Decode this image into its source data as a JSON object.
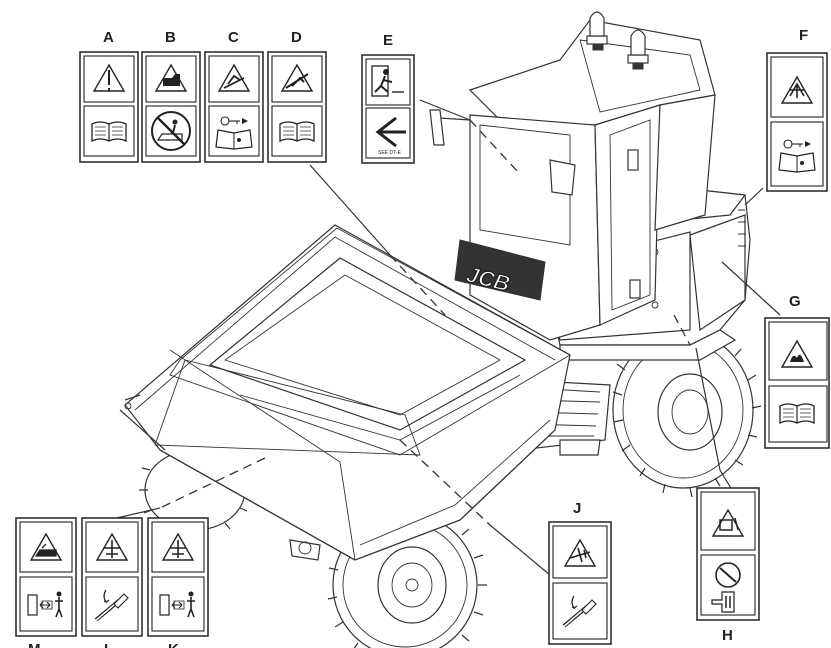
{
  "diagram": {
    "brand_text": "JCB",
    "label_codes": [
      "A",
      "B",
      "C",
      "D",
      "E",
      "F",
      "G",
      "H",
      "J",
      "K",
      "L",
      "M"
    ],
    "labels": {
      "A": {
        "top_icon": "warning-exclamation-icon",
        "bottom_icon": "manual-book-icon"
      },
      "B": {
        "top_icon": "warning-machine-icon",
        "bottom_icon": "no-riding-icon"
      },
      "C": {
        "top_icon": "warning-crush-icon",
        "bottom_icon": "key-manual-icon"
      },
      "D": {
        "top_icon": "warning-slope-icon",
        "bottom_icon": "manual-book-icon"
      },
      "E": {
        "top_icon": "emergency-exit-icon",
        "bottom_icon": "arrow-left-icon"
      },
      "F": {
        "top_icon": "warning-fan-icon",
        "bottom_icon": "key-manual-icon"
      },
      "G": {
        "top_icon": "warning-hot-icon",
        "bottom_icon": "manual-book-icon"
      },
      "H": {
        "top_icon": "warning-battery-icon",
        "bottom_icon": "battery-isolator-icon"
      },
      "J": {
        "top_icon": "warning-crush-hand-icon",
        "bottom_icon": "safety-strut-icon"
      },
      "K": {
        "top_icon": "warning-crush-hand-icon",
        "bottom_icon": "keep-distance-icon"
      },
      "L": {
        "top_icon": "warning-crush-hand-icon",
        "bottom_icon": "safety-strut-icon"
      },
      "M": {
        "top_icon": "warning-runover-icon",
        "bottom_icon": "keep-distance-icon"
      }
    },
    "colors": {
      "line": "#333333",
      "background": "#ffffff"
    }
  }
}
